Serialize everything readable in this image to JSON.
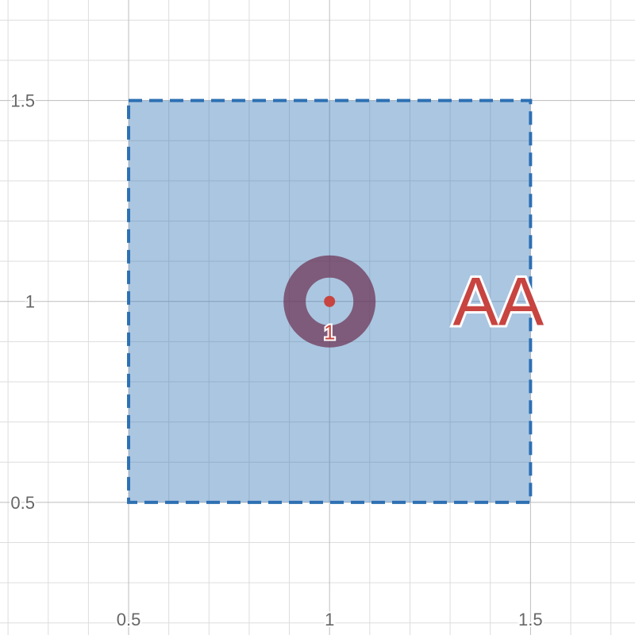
{
  "graph": {
    "x_range": [
      0.18,
      1.76
    ],
    "y_range": [
      0.17,
      1.75
    ],
    "minor_step": 0.1,
    "major_step": 0.5,
    "x_ticks": [
      {
        "value": 0.5,
        "label": "0.5"
      },
      {
        "value": 1,
        "label": "1"
      },
      {
        "value": 1.5,
        "label": "1.5"
      }
    ],
    "y_ticks": [
      {
        "value": 0.5,
        "label": "0.5"
      },
      {
        "value": 1,
        "label": "1"
      },
      {
        "value": 1.5,
        "label": "1.5"
      }
    ],
    "colors": {
      "minor_grid": "#dddddd",
      "major_grid": "#bdbdbd",
      "tick_label": "#666666",
      "region_fill": "#2d70b3",
      "region_fill_opacity": 0.4,
      "region_border": "#2d70b3",
      "ring": "#6b2e4f",
      "point": "#c74440",
      "point_label": "#c74440",
      "text_label": "#c74440"
    }
  },
  "region": {
    "x_min": 0.5,
    "x_max": 1.5,
    "y_min": 0.5,
    "y_max": 1.5,
    "border_style": "dashed"
  },
  "point": {
    "x": 1,
    "y": 1,
    "label": "1",
    "ring": true
  },
  "text_label": {
    "x": 1.42,
    "y": 1,
    "text": "AA"
  }
}
